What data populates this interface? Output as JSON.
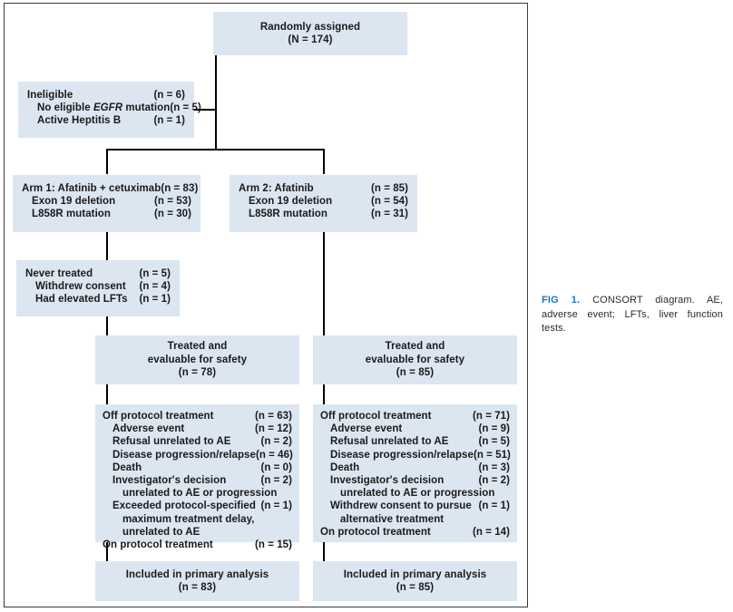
{
  "figure": {
    "caption_tag": "FIG 1.",
    "caption_text": " CONSORT diagram. AE, adverse event; LFTs, liver function tests.",
    "box_fill_color": "#dce6f1",
    "connector_color": "#000000",
    "caption_tag_color": "#1e73be",
    "frame_border_color": "#3b3b3b"
  },
  "nodes": {
    "randomized": {
      "lines": [
        "Randomly assigned",
        "(N = 174)"
      ]
    },
    "ineligible": {
      "rows": [
        {
          "label": "Ineligible",
          "n": "(n = 6)",
          "indent": 0,
          "italic_part": ""
        },
        {
          "label": "No eligible EGFR mutation",
          "n": "(n = 5)",
          "indent": 1,
          "italic_part": "EGFR"
        },
        {
          "label": "Active Heptitis B",
          "n": "(n = 1)",
          "indent": 1,
          "italic_part": ""
        }
      ]
    },
    "arm1": {
      "rows": [
        {
          "label": "Arm 1: Afatinib + cetuximab",
          "n": "(n = 83)",
          "indent": 0
        },
        {
          "label": "Exon 19 deletion",
          "n": "(n = 53)",
          "indent": 1
        },
        {
          "label": "L858R mutation",
          "n": "(n = 30)",
          "indent": 1
        }
      ]
    },
    "arm2": {
      "rows": [
        {
          "label": "Arm 2: Afatinib",
          "n": "(n = 85)",
          "indent": 0
        },
        {
          "label": "Exon 19 deletion",
          "n": "(n = 54)",
          "indent": 1
        },
        {
          "label": "L858R mutation",
          "n": "(n = 31)",
          "indent": 1
        }
      ]
    },
    "never_treated": {
      "rows": [
        {
          "label": "Never treated",
          "n": "(n = 5)",
          "indent": 0
        },
        {
          "label": "Withdrew consent",
          "n": "(n = 4)",
          "indent": 1
        },
        {
          "label": "Had elevated LFTs",
          "n": "(n = 1)",
          "indent": 1
        }
      ]
    },
    "treated1": {
      "lines": [
        "Treated and",
        "evaluable for safety",
        "(n = 78)"
      ]
    },
    "treated2": {
      "lines": [
        "Treated and",
        "evaluable for safety",
        "(n = 85)"
      ]
    },
    "outcomes1": {
      "rows": [
        {
          "label": "Off protocol treatment",
          "n": "(n = 63)",
          "indent": 0
        },
        {
          "label": "Adverse event",
          "n": "(n = 12)",
          "indent": 1
        },
        {
          "label": "Refusal unrelated to AE",
          "n": "(n = 2)",
          "indent": 1
        },
        {
          "label": "Disease progression/relapse",
          "n": "(n = 46)",
          "indent": 1
        },
        {
          "label": "Death",
          "n": "(n = 0)",
          "indent": 1
        },
        {
          "label": "Investigator's decision",
          "n": "(n = 2)",
          "indent": 1
        },
        {
          "label": "unrelated to AE or progression",
          "n": "",
          "indent": 2
        },
        {
          "label": "Exceeded protocol-specified",
          "n": "(n = 1)",
          "indent": 1
        },
        {
          "label": "maximum treatment delay,",
          "n": "",
          "indent": 2
        },
        {
          "label": "unrelated to AE",
          "n": "",
          "indent": 2
        },
        {
          "label": "On protocol treatment",
          "n": "(n = 15)",
          "indent": 0
        }
      ]
    },
    "outcomes2": {
      "rows": [
        {
          "label": "Off protocol treatment",
          "n": "(n = 71)",
          "indent": 0
        },
        {
          "label": "Adverse event",
          "n": "(n = 9)",
          "indent": 1
        },
        {
          "label": "Refusal unrelated to AE",
          "n": "(n = 5)",
          "indent": 1
        },
        {
          "label": "Disease progression/relapse",
          "n": "(n = 51)",
          "indent": 1
        },
        {
          "label": "Death",
          "n": "(n = 3)",
          "indent": 1
        },
        {
          "label": "Investigator's decision",
          "n": "(n = 2)",
          "indent": 1
        },
        {
          "label": "unrelated to AE or progression",
          "n": "",
          "indent": 2
        },
        {
          "label": "Withdrew consent to pursue",
          "n": "(n = 1)",
          "indent": 1
        },
        {
          "label": "alternative treatment",
          "n": "",
          "indent": 2
        },
        {
          "label": "On protocol treatment",
          "n": "(n = 14)",
          "indent": 0
        }
      ]
    },
    "included1": {
      "lines": [
        "Included in primary analysis",
        "(n = 83)"
      ]
    },
    "included2": {
      "lines": [
        "Included in primary analysis",
        "(n = 85)"
      ]
    }
  }
}
